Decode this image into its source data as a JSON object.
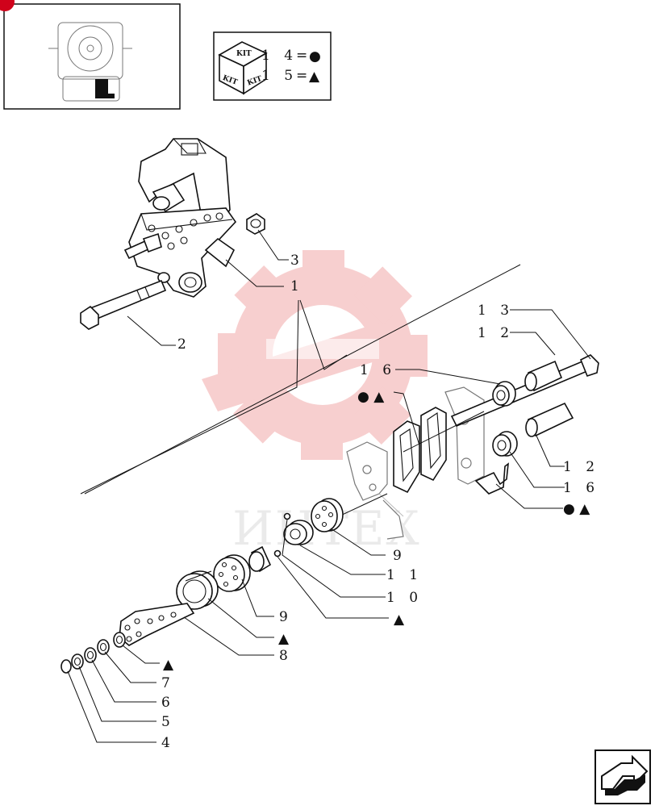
{
  "thumbnail": {
    "marker_color": "#d0021b"
  },
  "kit_legend": {
    "cube_text": [
      "KIT",
      "KIT",
      "KIT"
    ],
    "rows": [
      {
        "number": "1 4",
        "equals": "=",
        "symbol": "●"
      },
      {
        "number": "1 5",
        "equals": "=",
        "symbol": "▲"
      }
    ]
  },
  "watermark": {
    "color": "#f2a8a8",
    "text": "ИНТЕХ"
  },
  "callouts": {
    "c3": "3",
    "c1": "1",
    "c2": "2",
    "c13": "1 3",
    "c12a": "1 2",
    "c16a": "1 6",
    "c12b": "1 2",
    "c16b": "1 6",
    "c9a": "9",
    "c11": "1 1",
    "c10": "1 0",
    "c9b": "9",
    "c8": "8",
    "c7": "7",
    "c6": "6",
    "c5": "5",
    "c4": "4"
  },
  "kit_marks": {
    "m16a": "● ▲",
    "mclip": "● ▲",
    "m_tri_10": "▲",
    "m_tri_9": "▲",
    "m_tri_7": "▲"
  },
  "nav": {
    "icon": "next-page-arrow-icon"
  }
}
